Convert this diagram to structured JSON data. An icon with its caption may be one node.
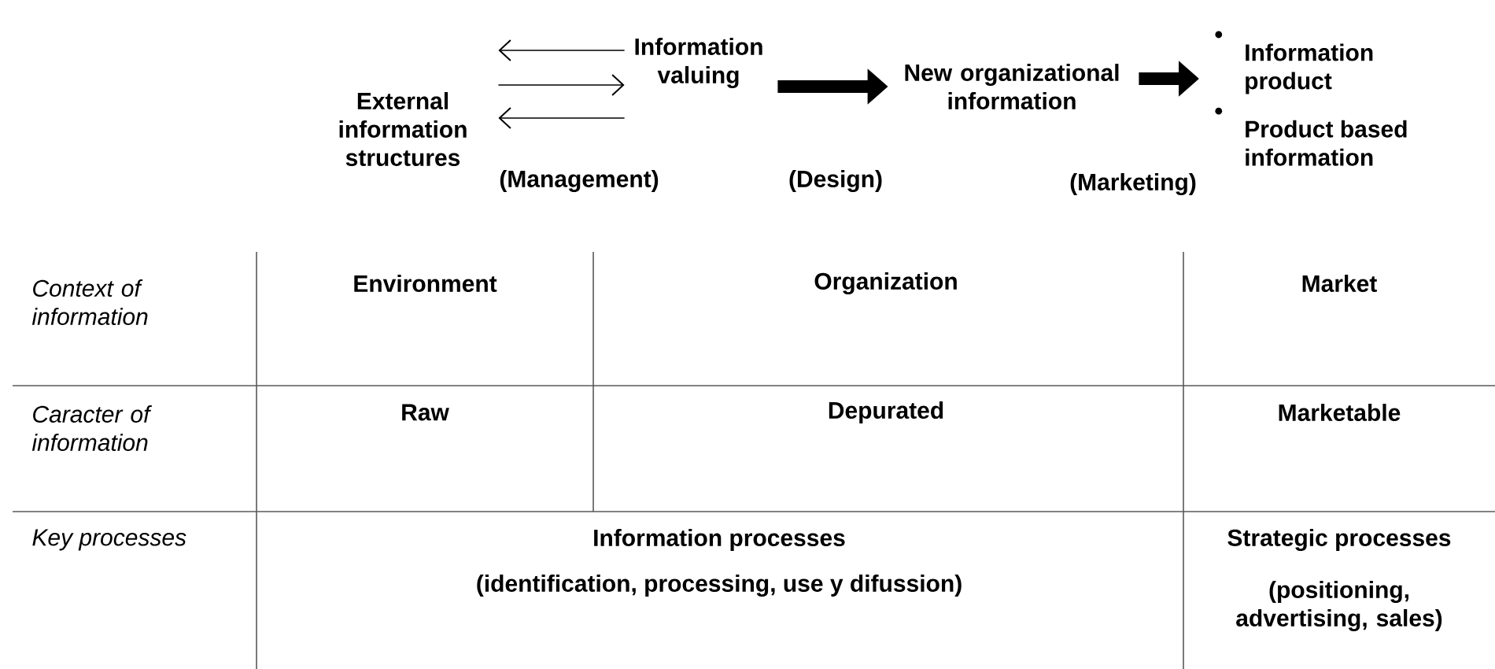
{
  "diagram": {
    "nodes": [
      {
        "text": [
          "External information structures"
        ]
      },
      {
        "text": [
          "Information valuing"
        ]
      },
      {
        "text": [
          "New organizational information"
        ]
      },
      {
        "text": [
          "Information product",
          "Product based information"
        ]
      }
    ],
    "edges": [
      {
        "from": 1,
        "to": 0,
        "arrow": "to"
      },
      {
        "from": 0,
        "to": 1,
        "arrow": "to"
      },
      {
        "from": 1,
        "to": 0,
        "arrow": "to"
      },
      {
        "from": 1,
        "to": 2,
        "arrow": "to",
        "style": "thick"
      },
      {
        "from": 2,
        "to": 3,
        "arrow": "to",
        "style": "thick"
      }
    ],
    "labels": [
      "(Management)",
      "(Design)",
      "(Marketing)",
      "Context of information",
      "Environment",
      "Organization",
      "Market",
      "Caracter of information",
      "Raw",
      "Depurated",
      "Marketable",
      "Key processes",
      "Information processes",
      "(identification, processing, use y difussion)",
      "Strategic processes",
      "(positioning, advertising, sales)"
    ]
  }
}
